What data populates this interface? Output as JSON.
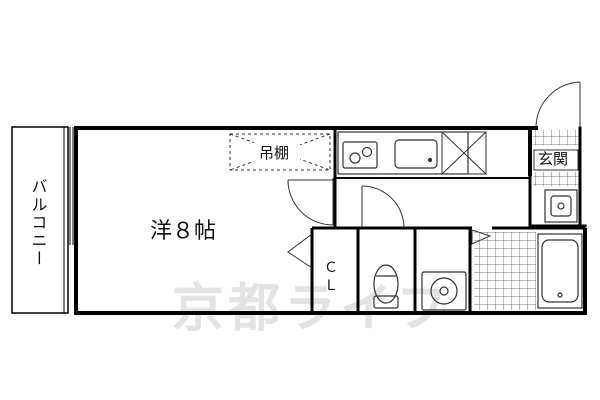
{
  "labels": {
    "room": "洋８帖",
    "balcony": "バルコニー",
    "storage": "吊棚",
    "entrance": "玄関",
    "closet": "ＣＬ"
  },
  "watermark": "京都ライフ",
  "colors": {
    "wall": "#000000",
    "line": "#333333",
    "hatch": "#555555",
    "watermark": "#e3e3e3",
    "background": "#ffffff"
  },
  "icons": [
    "stove-icon",
    "sink-icon",
    "toilet-icon",
    "washing-machine-icon",
    "bathtub-icon",
    "washbasin-icon",
    "door-swing-icon"
  ]
}
